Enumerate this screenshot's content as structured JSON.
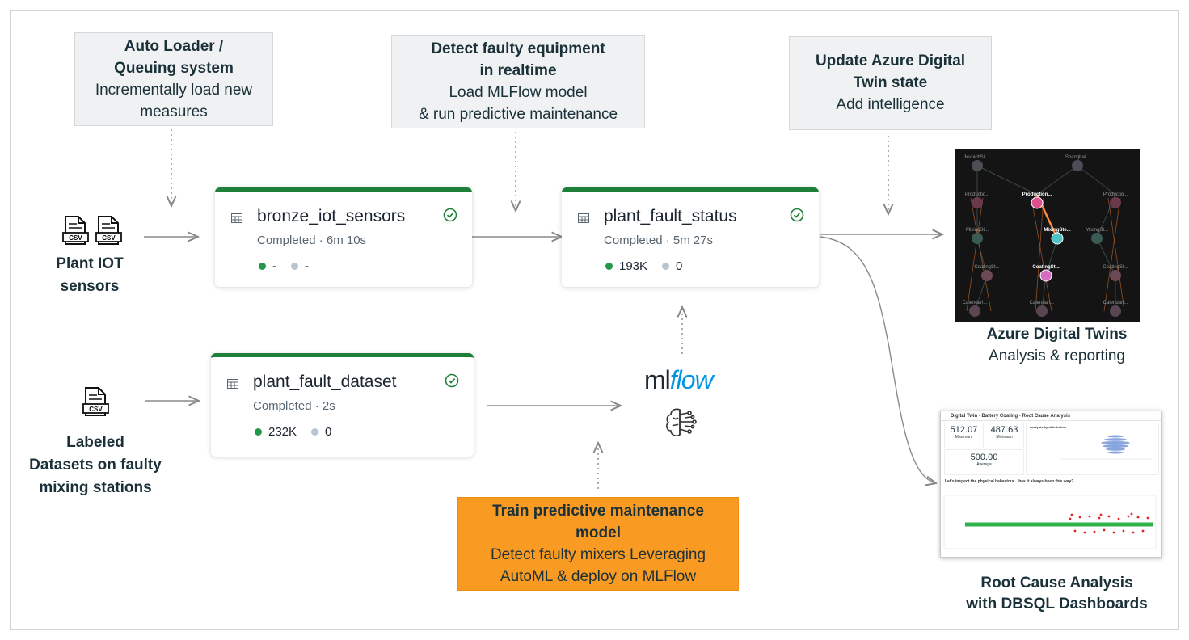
{
  "callouts": {
    "autoloader": {
      "title": "Auto Loader /\nQueuing system",
      "sub": "Incrementally load new\nmeasures"
    },
    "detect": {
      "title": "Detect faulty equipment\nin realtime",
      "sub": "Load MLFlow model\n& run predictive maintenance"
    },
    "azure": {
      "title": "Update Azure Digital\nTwin state",
      "sub": "Add intelligence"
    },
    "train": {
      "title": "Train predictive maintenance\nmodel",
      "sub": "Detect faulty mixers Leveraging\nAutoML & deploy on MLFlow"
    }
  },
  "sources": {
    "iot": {
      "label": "Plant IOT\nsensors",
      "icon": "csv-file-icon",
      "badge": "CSV"
    },
    "labeled": {
      "label": "Labeled\nDatasets on faulty\nmixing stations",
      "icon": "csv-file-icon",
      "badge": "CSV"
    }
  },
  "nodes": {
    "bronze": {
      "name": "bronze_iot_sensors",
      "status": "Completed · 6m 10s",
      "written": "-",
      "dropped": "-"
    },
    "status": {
      "name": "plant_fault_status",
      "status": "Completed · 5m 27s",
      "written": "193K",
      "dropped": "0"
    },
    "dataset": {
      "name": "plant_fault_dataset",
      "status": "Completed · 2s",
      "written": "232K",
      "dropped": "0"
    }
  },
  "mlflow": {
    "ml": "ml",
    "flow": "flow",
    "icon": "brain-icon"
  },
  "outputs": {
    "twins": {
      "title": "Azure Digital Twins",
      "sub": "Analysis & reporting"
    },
    "rca": {
      "title": "Root Cause Analysis\nwith DBSQL Dashboards"
    }
  },
  "twin_graph": {
    "nodes": [
      "MunichSit...",
      "Shanghai...",
      "Productio...",
      "Production...",
      "Productio...",
      "MixingSt...",
      "MixingSte...",
      "MixingSt...",
      "CoatingSt...",
      "CoatingSt...",
      "CoatingSt...",
      "Calendari...",
      "Calendari...",
      "Calendari..."
    ]
  },
  "dashboard": {
    "title": "Digital Twin - Battery Coating - Root Cause Analysis",
    "max_value": "512.07",
    "max_label": "Maximum",
    "min_value": "487.63",
    "min_label": "Minimum",
    "avg_value": "500.00",
    "avg_label": "Average",
    "chart_title": "Analysis by distribution",
    "question": "Let's inspect the physical behaviour... has it always been this way?"
  },
  "colors": {
    "accent_green": "#1e7f38",
    "orange": "#f99b22",
    "callout_bg": "#eff1f2",
    "mlflow_blue": "#0194e2"
  }
}
